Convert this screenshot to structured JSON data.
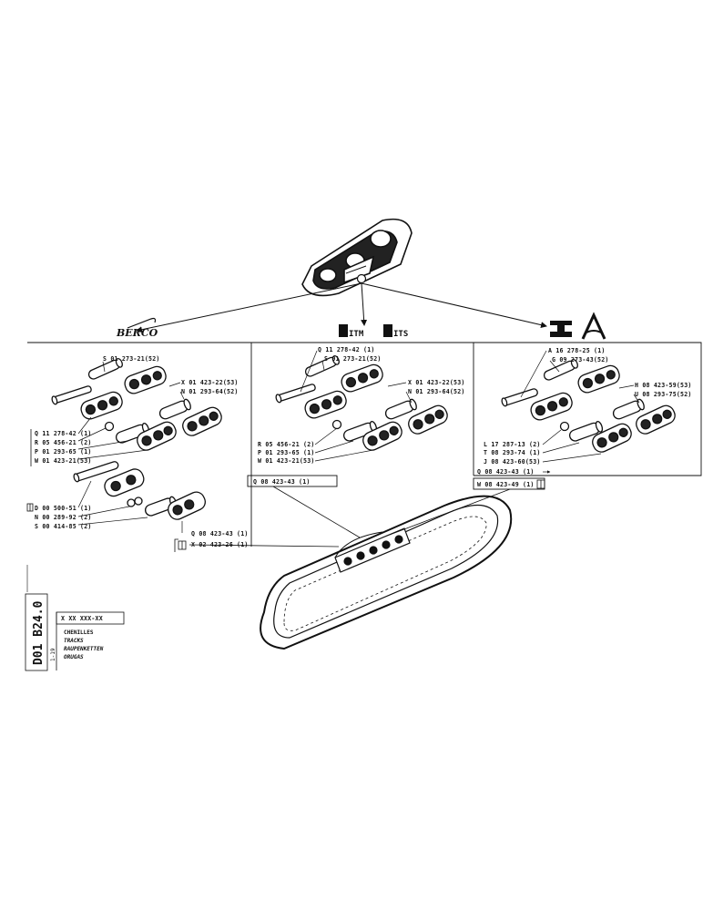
{
  "brands": {
    "left": "BERCO",
    "middle_a": "ITM",
    "middle_b": "ITS"
  },
  "panel_left": {
    "labels": [
      "S 01 273-21(52)",
      "X 01 423-22(53)",
      "N 01 293-64(52)",
      "Q 11 278-42 (1)",
      "R 05 456-21 (2)",
      "P 01 293-65 (1)",
      "W 01 423-21(53)",
      "D 00 500-51 (1)",
      "N 00 289-92 (2)",
      "S 00 414-85 (2)",
      "Q 08 423-43 (1)",
      "X 02 423-26 (1)"
    ]
  },
  "panel_middle": {
    "labels": [
      "Q 11 278-42 (1)",
      "S 01 273-21(52)",
      "X 01 423-22(53)",
      "N 01 293-64(52)",
      "R 05 456-21 (2)",
      "P 01 293-65 (1)",
      "W 01 423-21(53)",
      "Q 08 423-43 (1)"
    ]
  },
  "panel_right": {
    "labels": [
      "A 16 278-25 (1)",
      "G 09 273-43(52)",
      "H 08 423-59(53)",
      "U 08 293-75(52)",
      "L 17 287-13 (2)",
      "T 08 293-74 (1)",
      "J 08 423-60(53)",
      "Q 08 423-43 (1)",
      "W 08 423-49 (1)"
    ]
  },
  "title_block": {
    "code": "D01 B24.0",
    "page": "1-19",
    "ref": "X XX XXX-XX",
    "names": [
      "CHENILLES",
      "TRACKS",
      "RAUPENKETTEN",
      "ORUGAS"
    ]
  }
}
